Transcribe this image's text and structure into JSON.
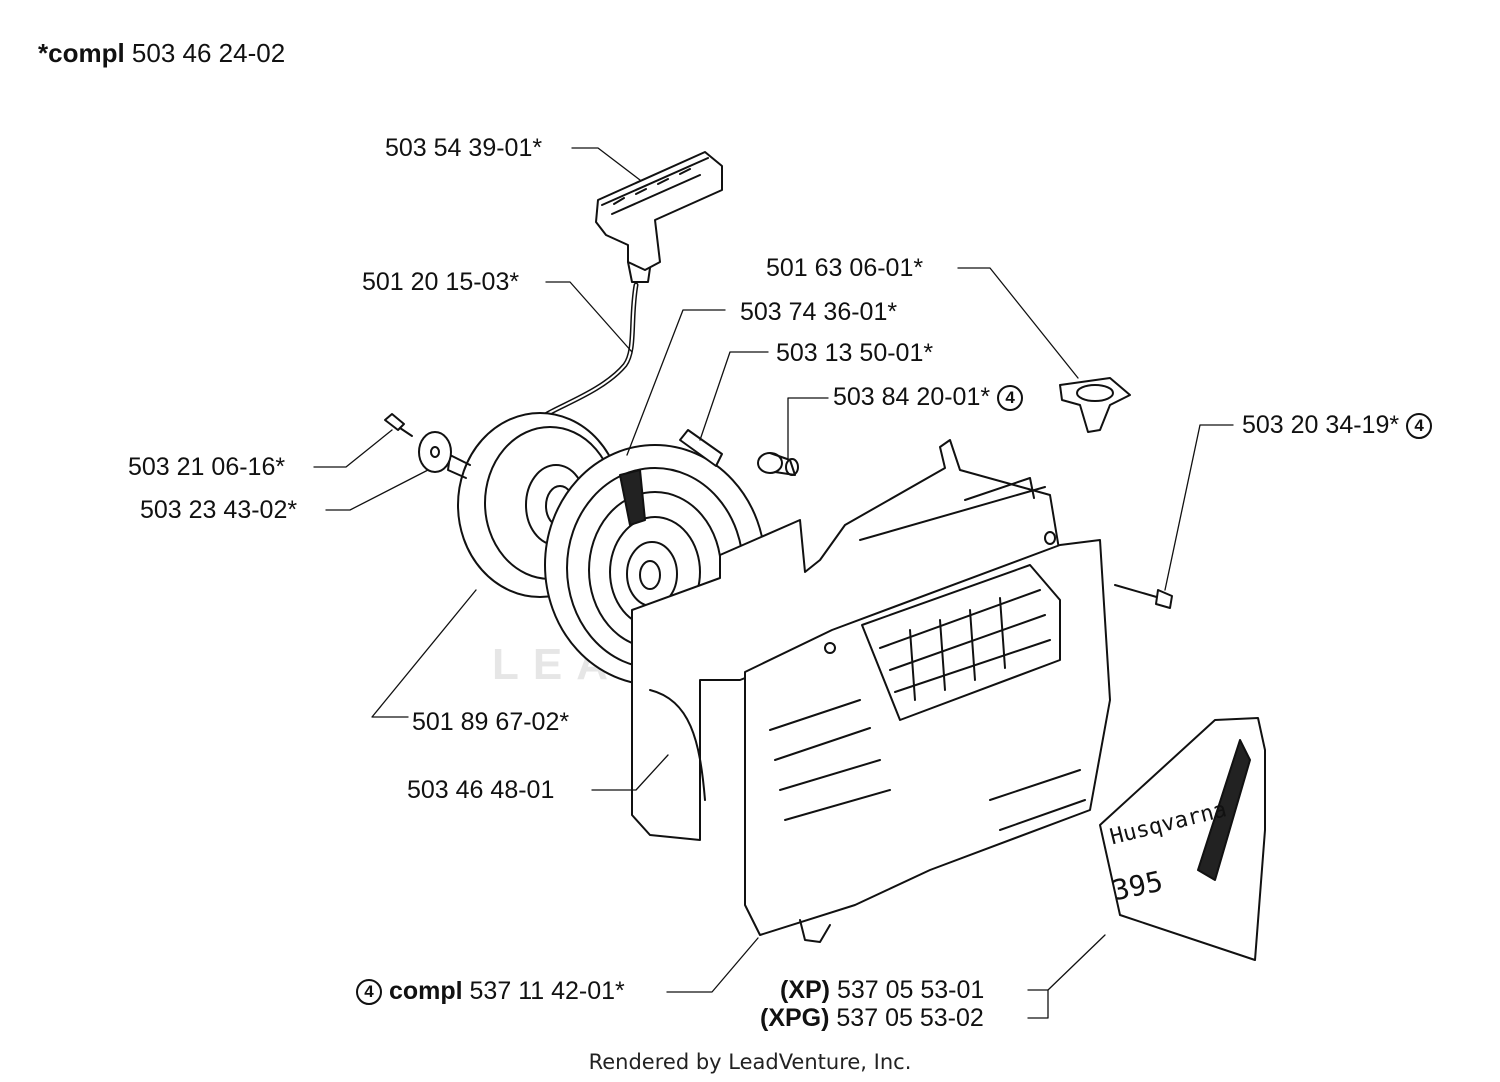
{
  "header": {
    "prefix": "*compl",
    "number": "503 46 24-02"
  },
  "callouts": [
    {
      "id": "handle",
      "text": "503 54 39-01*"
    },
    {
      "id": "rope",
      "text": "501 20 15-03*"
    },
    {
      "id": "pulley",
      "text": "503 74 36-01*"
    },
    {
      "id": "spring",
      "text": "503 13 50-01*"
    },
    {
      "id": "bushing",
      "text": "503 84 20-01*",
      "circle": "4"
    },
    {
      "id": "guide",
      "text": "501 63 06-01*"
    },
    {
      "id": "screw-right",
      "text": "503 20 34-19*",
      "circle": "4"
    },
    {
      "id": "screw-left",
      "text": "503 21 06-16*"
    },
    {
      "id": "washer",
      "text": "503 23 43-02*"
    },
    {
      "id": "drum",
      "text": "501 89 67-02*"
    },
    {
      "id": "housing",
      "text": "503 46 48-01"
    },
    {
      "id": "cover",
      "circle": "4",
      "prefix": "compl",
      "text": "537 11 42-01*"
    },
    {
      "id": "decal-xp",
      "prefix": "(XP)",
      "text": "537 05 53-01"
    },
    {
      "id": "decal-xpg",
      "prefix": "(XPG)",
      "text": "537 05 53-02"
    }
  ],
  "decal": {
    "brand": "Husqvarna",
    "model": "395"
  },
  "watermark": "LEADVENTURE",
  "footer": "Rendered by LeadVenture, Inc."
}
